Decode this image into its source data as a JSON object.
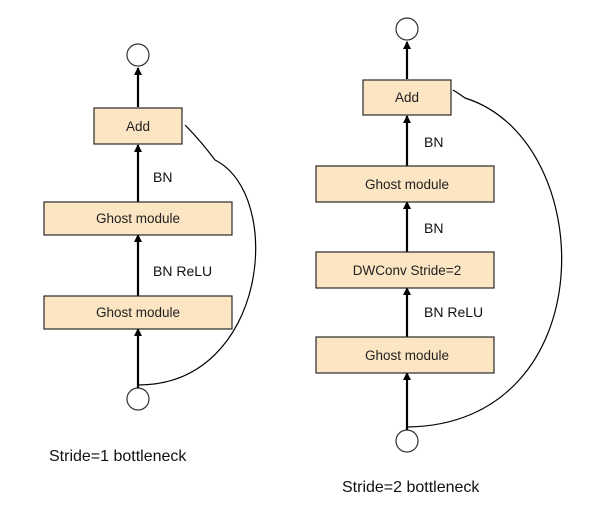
{
  "diagrams": [
    {
      "caption": "Stride=1 bottleneck",
      "blocks": [
        "Add",
        "Ghost module",
        "Ghost module"
      ],
      "edge_labels": [
        "BN",
        "BN ReLU"
      ]
    },
    {
      "caption": "Stride=2 bottleneck",
      "blocks": [
        "Add",
        "Ghost module",
        "DWConv Stride=2",
        "Ghost module"
      ],
      "edge_labels": [
        "BN",
        "BN",
        "BN ReLU"
      ]
    }
  ]
}
